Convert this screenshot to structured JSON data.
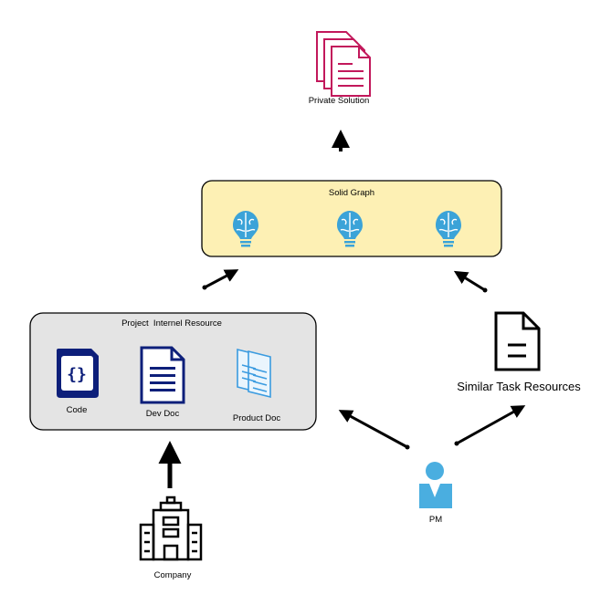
{
  "nodes": {
    "private_solution": {
      "label": "Private Solution",
      "icon": "documents-stack-icon",
      "color": "#c2185b"
    },
    "solid_graph": {
      "label": "Solid Graph",
      "icon": "brain-bulb-icon",
      "fill": "#fdf0b4",
      "icon_color": "#3ba3d8"
    },
    "project_resource": {
      "label": "Project  Internel Resource",
      "fill": "#e4e4e4"
    },
    "code": {
      "label": "Code",
      "icon": "code-file-icon",
      "color": "#0d1f7a"
    },
    "dev_doc": {
      "label": "Dev Doc",
      "icon": "document-icon",
      "color": "#0d1f7a"
    },
    "product_doc": {
      "label": "Product Doc",
      "icon": "documents-icon",
      "color": "#3a9be0"
    },
    "similar_task": {
      "label": "Similar Task Resources",
      "icon": "document-outline-icon"
    },
    "pm": {
      "label": "PM",
      "icon": "person-icon",
      "color": "#4aaee0"
    },
    "company": {
      "label": "Company",
      "icon": "building-icon"
    }
  }
}
